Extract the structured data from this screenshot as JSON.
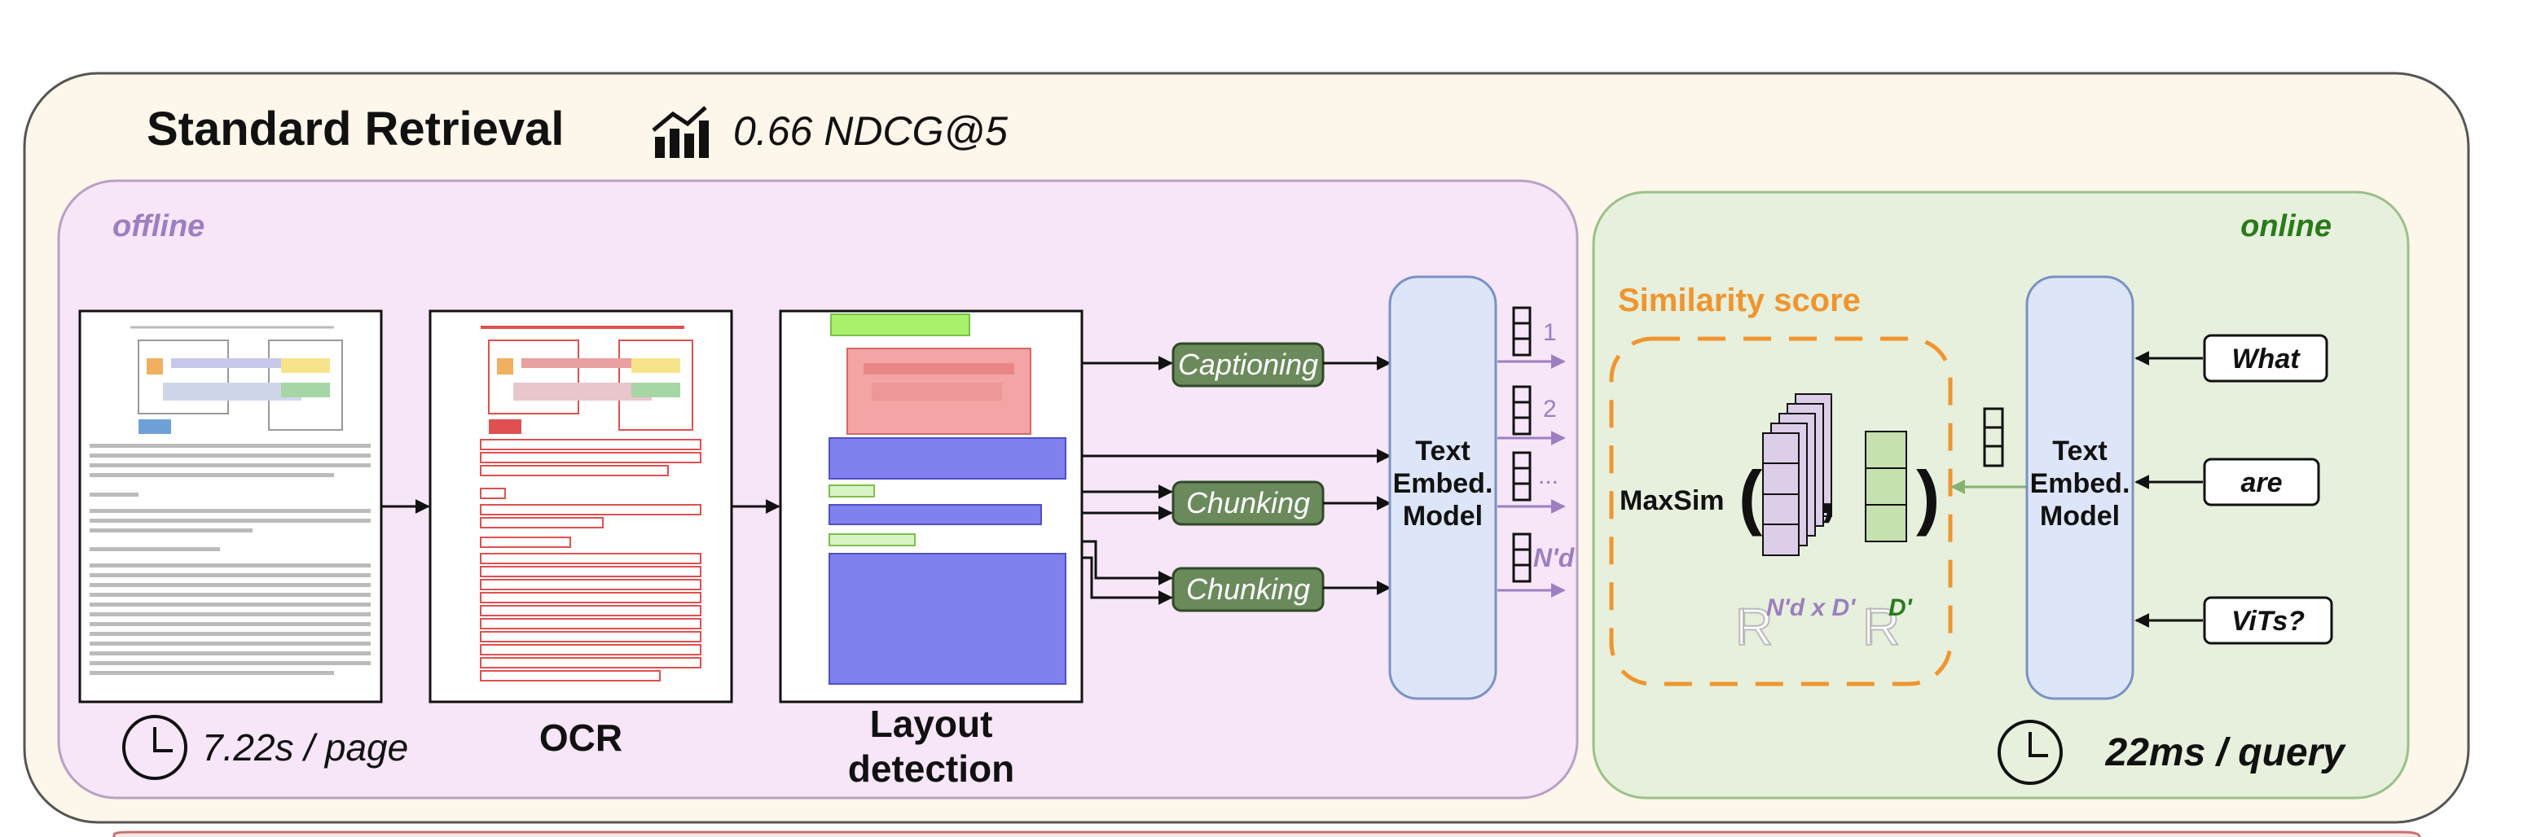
{
  "header": {
    "title": "Standard Retrieval",
    "metric": "0.66 NDCG@5",
    "icon": "bar-chart-icon"
  },
  "offline": {
    "label": "offline",
    "time": "7.22s / page",
    "ocr_label": "OCR",
    "layout_label_line1": "Layout",
    "layout_label_line2": "detection",
    "captioning": "Captioning",
    "chunking": "Chunking",
    "embed_line1": "Text",
    "embed_line2": "Embed.",
    "embed_line3": "Model",
    "vec_labels": [
      "1",
      "2",
      "...",
      "N'd"
    ]
  },
  "online": {
    "label": "online",
    "similarity": "Similarity score",
    "maxsim": "MaxSim",
    "dim_doc": "N'd x D'",
    "dim_query": "D'",
    "embed_line1": "Text",
    "embed_line2": "Embed.",
    "embed_line3": "Model",
    "tokens": [
      "What",
      "are",
      "ViTs?"
    ],
    "time": "22ms / query"
  },
  "colors": {
    "outer_bg": "#fdf6ea",
    "offline_bg": "#f6e6f8",
    "online_bg": "#e6f0dc",
    "green_box": "#6b8a5c",
    "embed_box": "#dde6f8",
    "purple": "#9c7fbf",
    "orange": "#f0952e",
    "dark_green": "#2a7a1c"
  }
}
